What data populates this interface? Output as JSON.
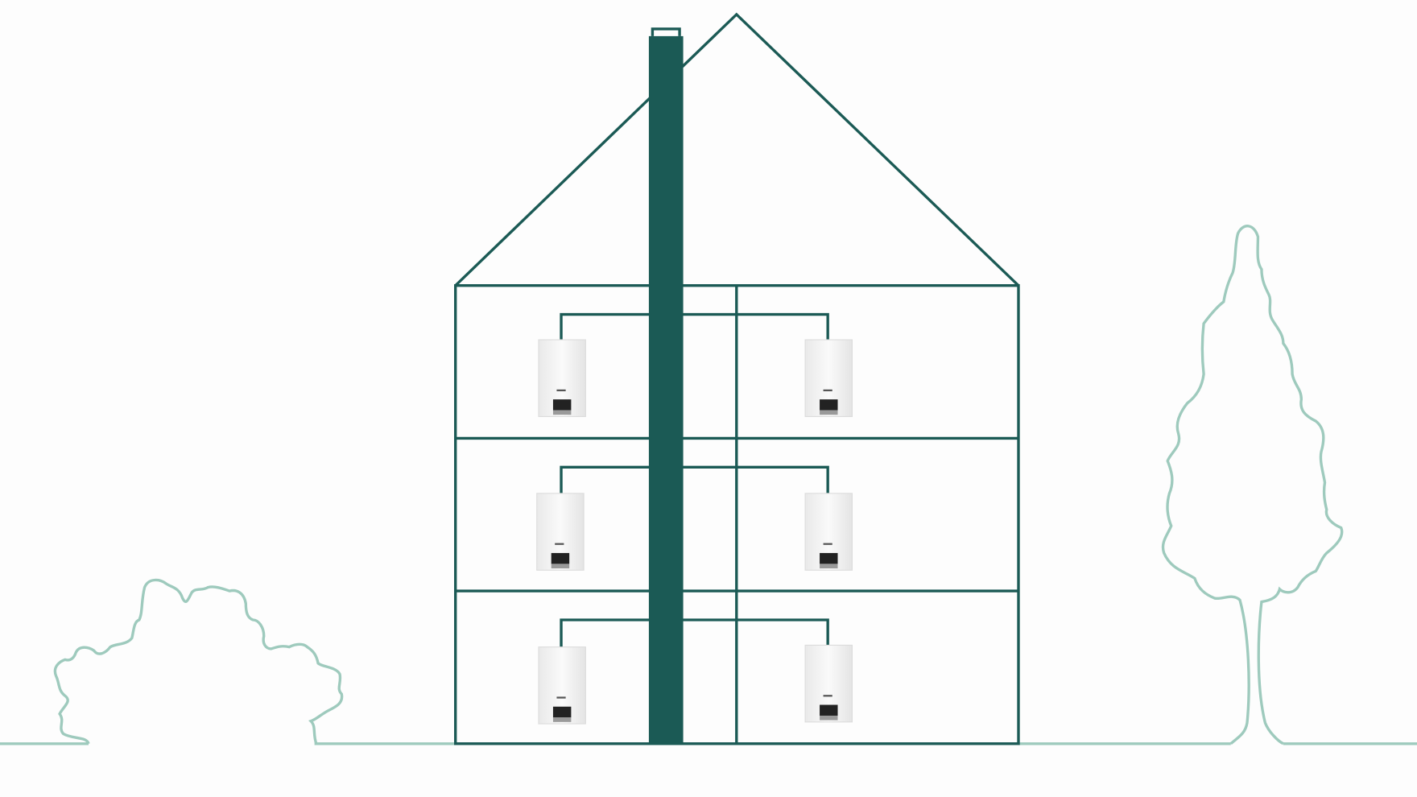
{
  "scene": {
    "subject": "house-with-shared-flue",
    "floors": 3,
    "boilers_per_floor": 2
  },
  "colors": {
    "background": "#fdfdfd",
    "structure": "#1b5a55",
    "landscape": "#9ecabd",
    "boiler_body": "#f0f0f0",
    "boiler_panel": "#222222"
  },
  "icons": [
    "chimney-icon",
    "boiler-icon",
    "bush-icon",
    "tree-icon"
  ]
}
